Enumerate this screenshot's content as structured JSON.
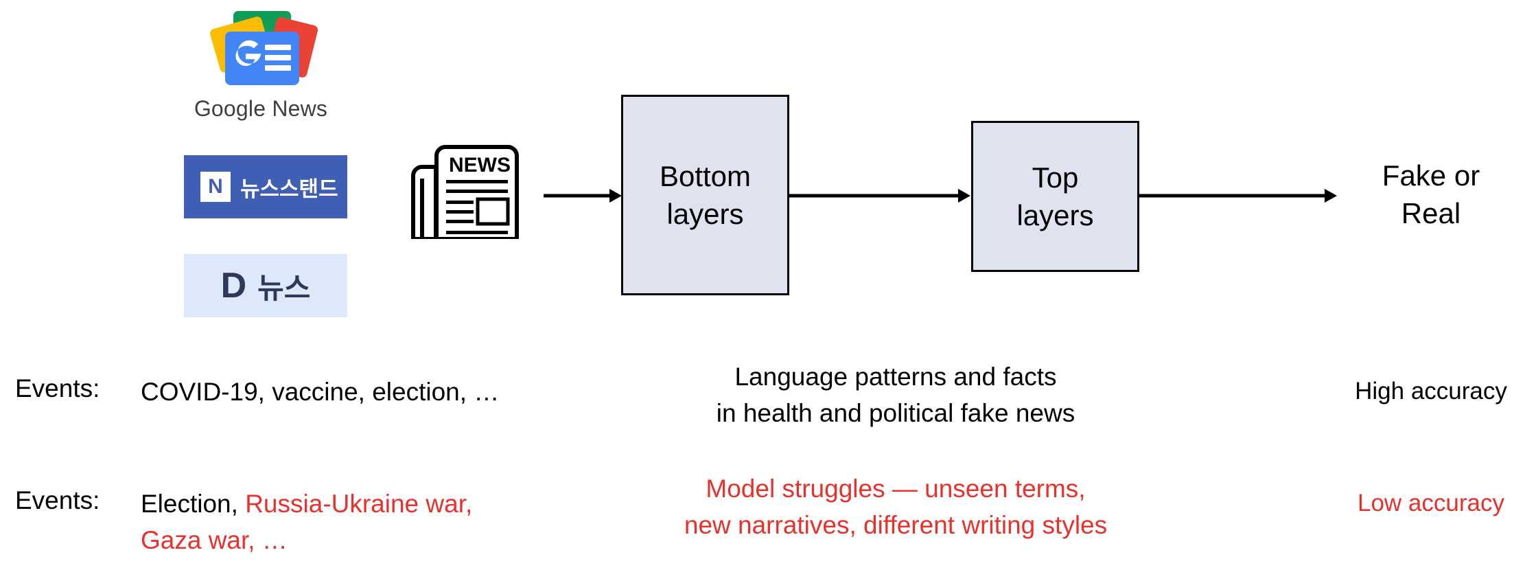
{
  "sources": {
    "google_news": {
      "icon": "google-news-icon",
      "caption": "Google News",
      "caption_color": "#3c4043",
      "colors": {
        "blue": "#4285f4",
        "green": "#0f9d58",
        "yellow": "#fbbc04",
        "red": "#ea4335"
      }
    },
    "naver_newsstand": {
      "icon": "naver-n-icon",
      "mark": "N",
      "label": "뉴스스탠드",
      "background_color": "#3f5fb5",
      "text_color": "#ffffff"
    },
    "daum_news": {
      "icon": "daum-d-icon",
      "mark": "D",
      "label": "뉴스",
      "background_color": "#dde8fa",
      "text_color": "#2b3a5c"
    }
  },
  "input": {
    "icon": "newspaper-icon",
    "headline": "NEWS"
  },
  "pipeline": {
    "box_fill": "#dee3ef",
    "box_border": "#000000",
    "bottom_layers": "Bottom\nlayers",
    "bottom_layers_line1": "Bottom",
    "bottom_layers_line2": "layers",
    "top_layers_line1": "Top",
    "top_layers_line2": "layers",
    "output_line1": "Fake or",
    "output_line2": "Real",
    "arrows": [
      "arrow-input-to-bottom",
      "arrow-bottom-to-top",
      "arrow-top-to-output"
    ]
  },
  "annotations": {
    "accent_red": "#e8312a",
    "row1": {
      "events_label": "Events:",
      "events_value": "COVID-19, vaccine, election, …",
      "middle_line1": "Language patterns and facts",
      "middle_line2": "in health and political fake news",
      "accuracy": "High accuracy"
    },
    "row2": {
      "events_label": "Events:",
      "events_value_black": "Election,",
      "events_value_red_line1": "Russia-Ukraine war,",
      "events_value_red_line2": "Gaza war, …",
      "middle_line1": "Model struggles — unseen terms,",
      "middle_line2": "new narratives, different writing styles",
      "accuracy": "Low accuracy"
    }
  }
}
